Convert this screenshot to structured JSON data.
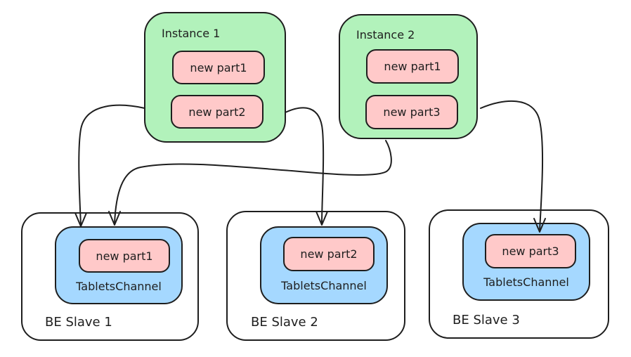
{
  "diagram": {
    "instances": [
      {
        "label": "Instance 1",
        "parts": [
          "new part1",
          "new part2"
        ]
      },
      {
        "label": "Instance 2",
        "parts": [
          "new part1",
          "new part3"
        ]
      }
    ],
    "slaves": [
      {
        "label": "BE Slave 1",
        "channel": "TabletsChannel",
        "part": "new part1"
      },
      {
        "label": "BE Slave 2",
        "channel": "TabletsChannel",
        "part": "new part2"
      },
      {
        "label": "BE Slave 3",
        "channel": "TabletsChannel",
        "part": "new part3"
      }
    ],
    "edges": [
      {
        "from": "Instance 1",
        "to": "BE Slave 1 TabletsChannel new part1"
      },
      {
        "from": "Instance 1",
        "to": "BE Slave 2 TabletsChannel new part2"
      },
      {
        "from": "Instance 2",
        "to": "BE Slave 1 TabletsChannel new part1"
      },
      {
        "from": "Instance 2",
        "to": "BE Slave 3 TabletsChannel new part3"
      }
    ],
    "colors": {
      "instance_fill": "#b2f2bb",
      "part_fill": "#ffc9c9",
      "channel_fill": "#a5d8ff",
      "slave_fill": "#ffffff",
      "stroke": "#1e1e1e",
      "background": "#ffffff"
    }
  }
}
